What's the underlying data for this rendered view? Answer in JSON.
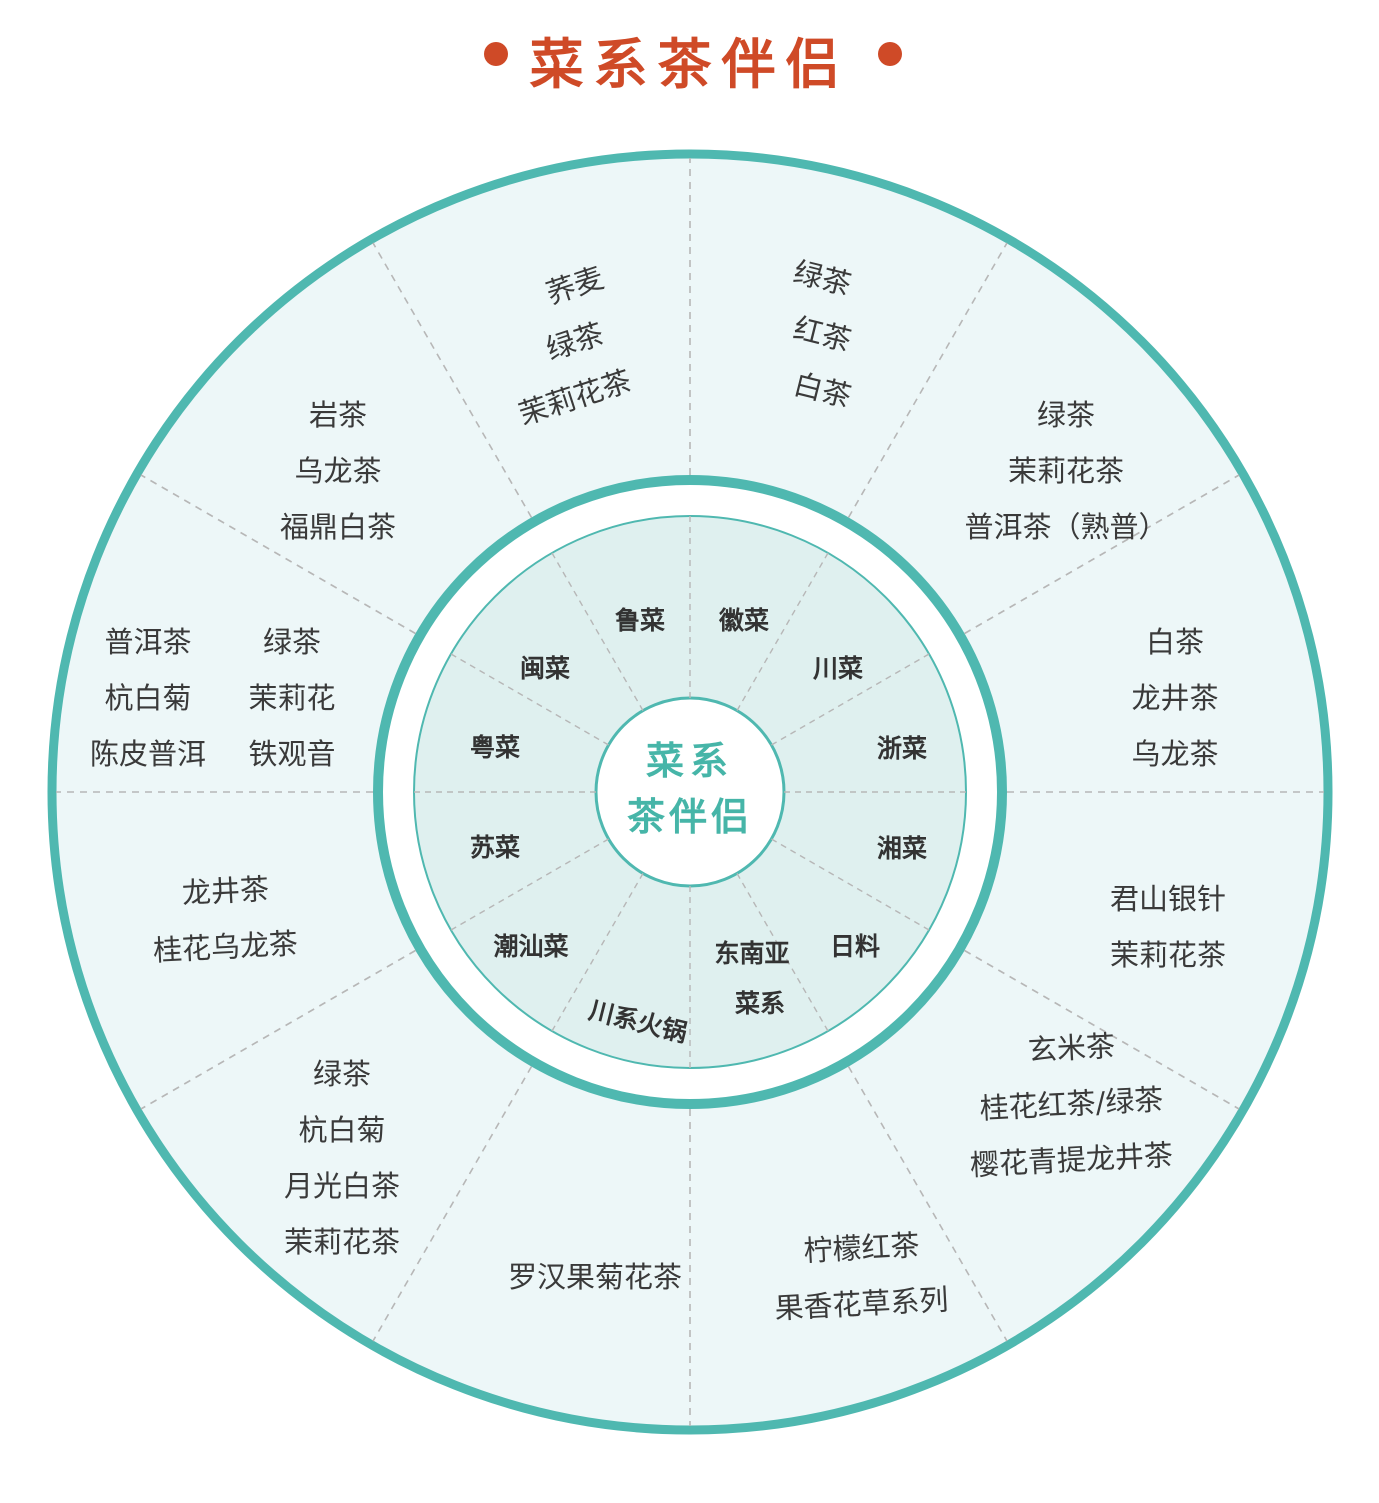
{
  "colors": {
    "title": "#cf4a27",
    "teal": "#4fb8b0",
    "center_text": "#46b5a8",
    "outer_fill": "#edf7f8",
    "inner_fill": "#dff0ef",
    "divider": "#b7b7b7",
    "text": "#3a3a3a",
    "inner_text": "#333333"
  },
  "title": "菜系茶伴侣",
  "center": {
    "line1": "菜系",
    "line2": "茶伴侣"
  },
  "inner_labels": [
    [
      "鲁菜"
    ],
    [
      "徽菜"
    ],
    [
      "川菜"
    ],
    [
      "浙菜"
    ],
    [
      "湘菜"
    ],
    [
      "日料"
    ],
    [
      "东南亚",
      "菜系"
    ],
    [
      "川系火锅"
    ],
    [
      "潮汕菜"
    ],
    [
      "苏菜"
    ],
    [
      "粤菜"
    ],
    [
      "闽菜"
    ]
  ],
  "outer_labels": [
    [
      "荞麦",
      "绿茶",
      "茉莉花茶"
    ],
    [
      "绿茶",
      "红茶",
      "白茶"
    ],
    [
      "绿茶",
      "茉莉花茶",
      "普洱茶（熟普）"
    ],
    [
      "白茶",
      "龙井茶",
      "乌龙茶"
    ],
    [
      "君山银针",
      "茉莉花茶"
    ],
    [
      "玄米茶",
      "桂花红茶/绿茶",
      "樱花青提龙井茶"
    ],
    [
      "柠檬红茶",
      "果香花草系列"
    ],
    [
      "罗汉果菊花茶"
    ],
    [
      "绿茶",
      "杭白菊",
      "月光白茶",
      "茉莉花茶"
    ],
    [
      "龙井茶",
      "桂花乌龙茶"
    ],
    [
      "普洱茶",
      "杭白菊",
      "陈皮普洱"
    ],
    [
      "岩茶",
      "乌龙茶",
      "福鼎白茶"
    ]
  ],
  "outer_labels_b": [
    [],
    [],
    [],
    [],
    [],
    [],
    [],
    [],
    [],
    [],
    [
      "绿茶",
      "茉莉花",
      "铁观音"
    ],
    []
  ]
}
